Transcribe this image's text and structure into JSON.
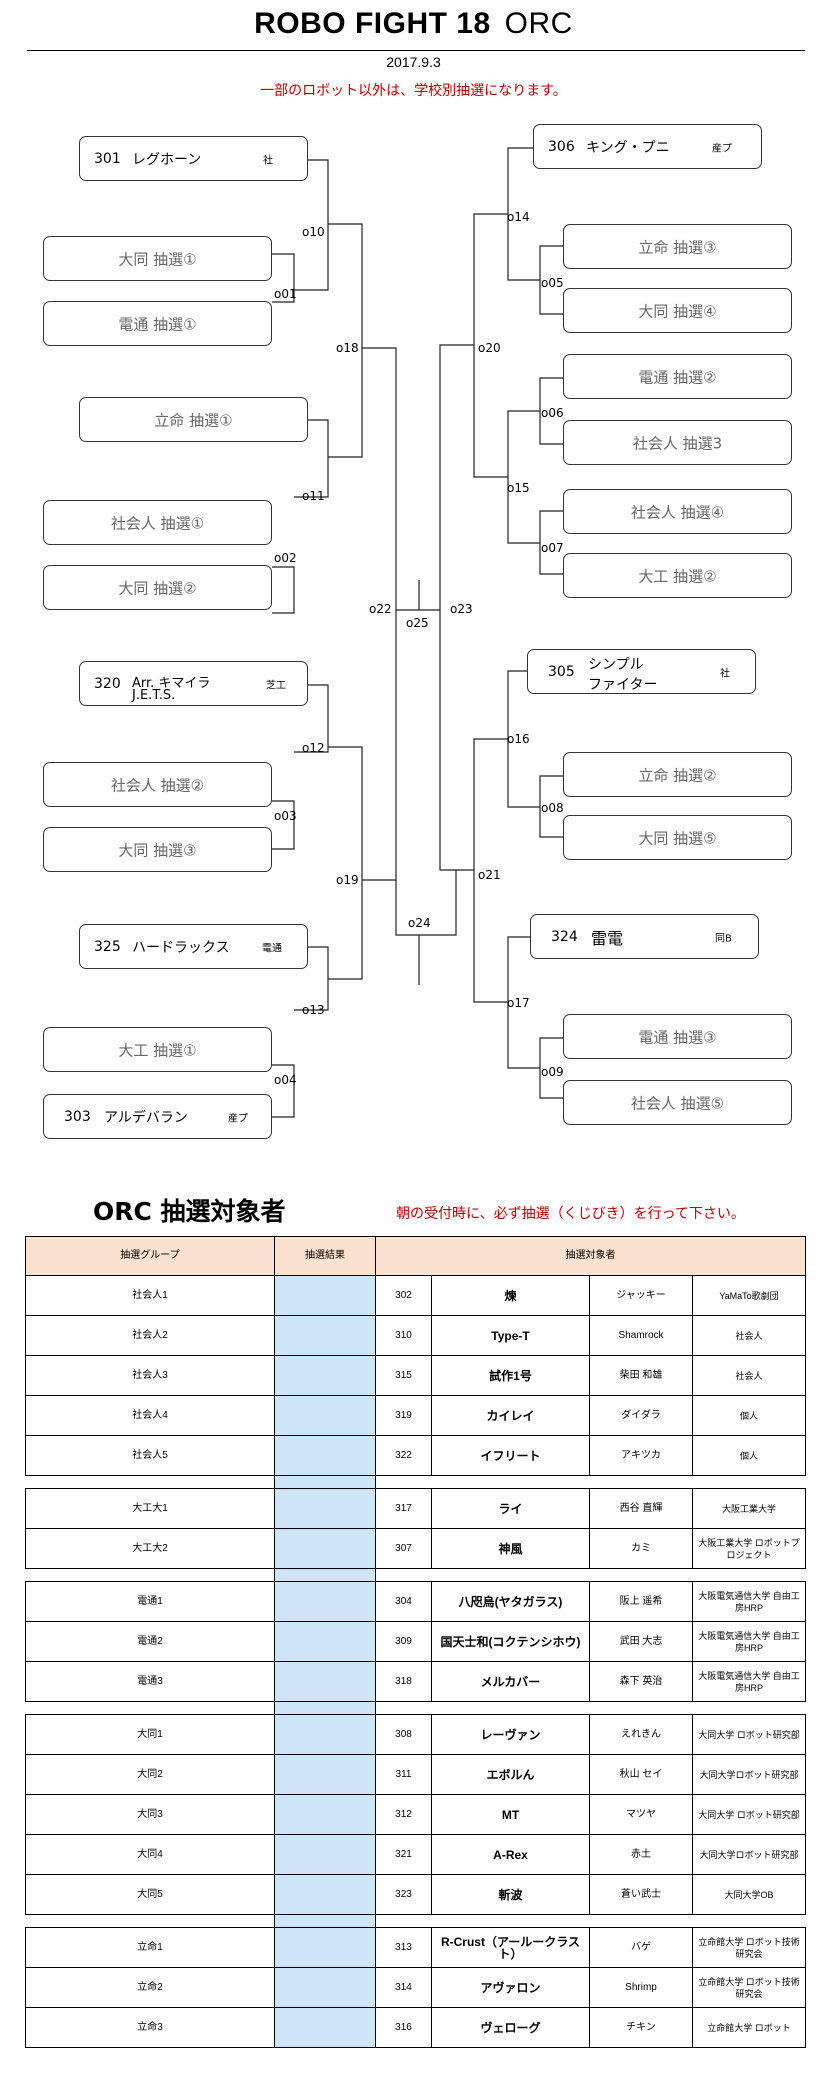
{
  "header": {
    "title_main": "ROBO FIGHT 18",
    "title_sub": "ORC",
    "date": "2017.9.3",
    "notice": "一部のロボット以外は、学校別抽選になります。"
  },
  "bracket": {
    "left": {
      "seed301": {
        "num": "301",
        "name": "レグホーン",
        "team": "社"
      },
      "e1": "大同 抽選①",
      "e2": "電通 抽選①",
      "e3": "立命 抽選①",
      "e4": "社会人 抽選①",
      "e5": "大同 抽選②",
      "seed320": {
        "num": "320",
        "name1": "Arr. キマイラ",
        "name2": "J.E.T.S.",
        "team": "芝工"
      },
      "e6": "社会人 抽選②",
      "e7": "大同 抽選③",
      "seed325": {
        "num": "325",
        "name": "ハードラックス",
        "team": "電通"
      },
      "e8": "大工 抽選①",
      "seed303": {
        "num": "303",
        "name": "アルデバラン",
        "team": "産プ"
      }
    },
    "right": {
      "seed306": {
        "num": "306",
        "name": "キング・プニ",
        "team": "産プ"
      },
      "e1": "立命 抽選③",
      "e2": "大同 抽選④",
      "e3": "電通 抽選②",
      "e4": "社会人 抽選3",
      "e5": "社会人 抽選④",
      "e6": "大工 抽選②",
      "seed305": {
        "num": "305",
        "name1": "シンプル",
        "name2": "ファイター",
        "team": "社"
      },
      "e7": "立命 抽選②",
      "e8": "大同 抽選⑤",
      "seed324": {
        "num": "324",
        "name": "雷電",
        "team": "同B"
      },
      "e9": "電通 抽選③",
      "e10": "社会人 抽選⑤"
    },
    "matches": {
      "o01": "o01",
      "o02": "o02",
      "o03": "o03",
      "o04": "o04",
      "o05": "o05",
      "o06": "o06",
      "o07": "o07",
      "o08": "o08",
      "o09": "o09",
      "o10": "o10",
      "o11": "o11",
      "o12": "o12",
      "o13": "o13",
      "o14": "o14",
      "o15": "o15",
      "o16": "o16",
      "o17": "o17",
      "o18": "o18",
      "o19": "o19",
      "o20": "o20",
      "o21": "o21",
      "o22": "o22",
      "o23": "o23",
      "o24": "o24",
      "o25": "o25"
    }
  },
  "lottery": {
    "title": "ORC 抽選対象者",
    "note": "朝の受付時に、必ず抽選（くじびき）を行って下さい。",
    "headers": {
      "group": "抽選グループ",
      "result": "抽選結果",
      "targets": "抽選対象者"
    },
    "rows": [
      {
        "group": "社会人1",
        "num": "302",
        "robot": "煉",
        "person": "ジャッキー",
        "aff": "YaMaTo歌劇団"
      },
      {
        "group": "社会人2",
        "num": "310",
        "robot": "Type-T",
        "person": "Shamrock",
        "aff": "社会人"
      },
      {
        "group": "社会人3",
        "num": "315",
        "robot": "試作1号",
        "person": "柴田 和雄",
        "aff": "社会人"
      },
      {
        "group": "社会人4",
        "num": "319",
        "robot": "カイレイ",
        "person": "ダイダラ",
        "aff": "個人"
      },
      {
        "group": "社会人5",
        "num": "322",
        "robot": "イフリート",
        "person": "アキツカ",
        "aff": "個人"
      },
      {
        "group": "大工大1",
        "num": "317",
        "robot": "ライ",
        "person": "西谷 直輝",
        "aff": "大阪工業大学"
      },
      {
        "group": "大工大2",
        "num": "307",
        "robot": "神風",
        "person": "カミ",
        "aff": "大阪工業大学 ロボットプロジェクト"
      },
      {
        "group": "電通1",
        "num": "304",
        "robot": "八咫烏(ヤタガラス)",
        "person": "阪上 遥希",
        "aff": "大阪電気通信大学 自由工房HRP"
      },
      {
        "group": "電通2",
        "num": "309",
        "robot": "国天士和(コクテンシホウ)",
        "person": "武田 大志",
        "aff": "大阪電気通信大学 自由工房HRP"
      },
      {
        "group": "電通3",
        "num": "318",
        "robot": "メルカバー",
        "person": "森下 英治",
        "aff": "大阪電気通信大学 自由工房HRP"
      },
      {
        "group": "大同1",
        "num": "308",
        "robot": "レーヴァン",
        "person": "えれきん",
        "aff": "大同大学 ロボット研究部"
      },
      {
        "group": "大同2",
        "num": "311",
        "robot": "エボルん",
        "person": "秋山 セイ",
        "aff": "大同大学ロボット研究部"
      },
      {
        "group": "大同3",
        "num": "312",
        "robot": "MT",
        "person": "マツヤ",
        "aff": "大同大学 ロボット研究部"
      },
      {
        "group": "大同4",
        "num": "321",
        "robot": "A-Rex",
        "person": "赤土",
        "aff": "大同大学ロボット研究部"
      },
      {
        "group": "大同5",
        "num": "323",
        "robot": "斬波",
        "person": "蒼い武士",
        "aff": "大同大学OB"
      },
      {
        "group": "立命1",
        "num": "313",
        "robot": "R-Crust（アールークラスト）",
        "person": "バゲ",
        "aff": "立命館大学 ロボット技術研究会"
      },
      {
        "group": "立命2",
        "num": "314",
        "robot": "アヴァロン",
        "person": "Shrimp",
        "aff": "立命館大学 ロボット技術研究会"
      },
      {
        "group": "立命3",
        "num": "316",
        "robot": "ヴェローグ",
        "person": "チキン",
        "aff": "立命館大学 ロボット"
      }
    ]
  },
  "colors": {
    "notice": "#c00000",
    "header_bg": "#fbe2cf",
    "result_bg": "#cde6f7"
  }
}
